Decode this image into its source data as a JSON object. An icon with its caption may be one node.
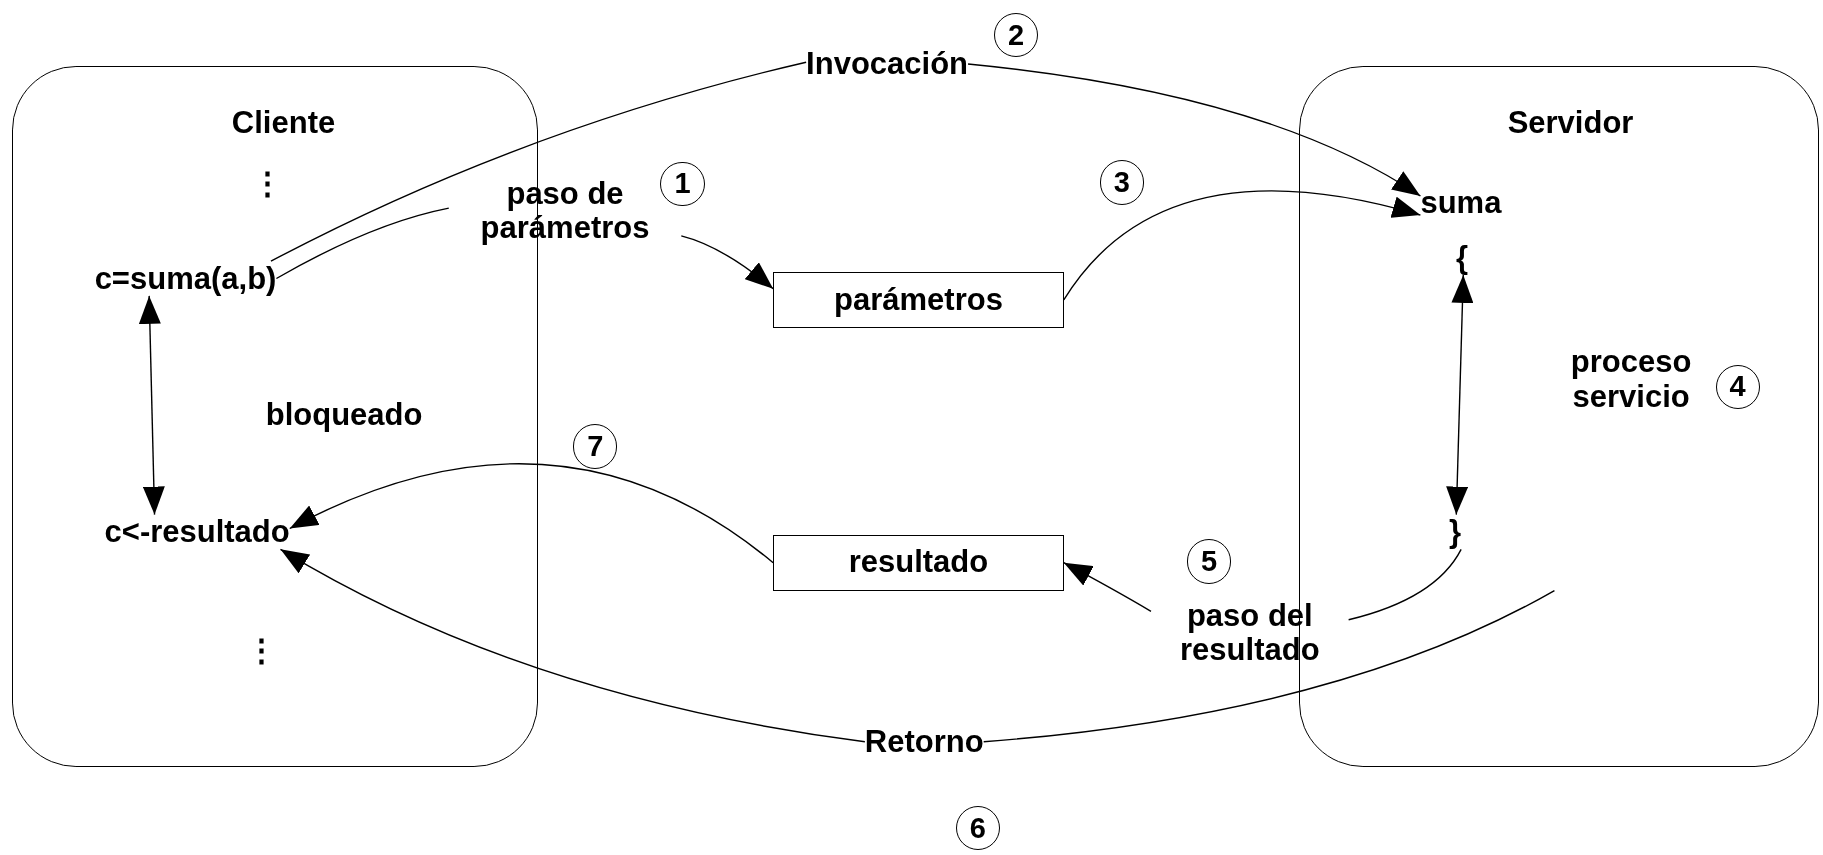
{
  "diagram": {
    "nodes": [
      {
        "text": [
          "Cliente"
        ]
      },
      {
        "text": [
          "c=suma(a,b)"
        ],
        "in": 0
      },
      {
        "text": [
          "c<-resultado"
        ],
        "in": 0
      },
      {
        "text": [
          "Servidor"
        ]
      },
      {
        "text": [
          "suma"
        ],
        "in": 3
      },
      {
        "text": [
          "{"
        ],
        "in": 3
      },
      {
        "text": [
          "}"
        ],
        "in": 3
      },
      {
        "text": [
          "parámetros"
        ]
      },
      {
        "text": [
          "resultado"
        ]
      },
      {
        "text": [
          "paso de parámetros"
        ]
      },
      {
        "text": [
          "Invocación"
        ]
      },
      {
        "text": [
          "paso del resultado"
        ]
      },
      {
        "text": [
          "Retorno"
        ]
      },
      {
        "text": [
          "1"
        ]
      },
      {
        "text": [
          "2"
        ]
      },
      {
        "text": [
          "3"
        ]
      },
      {
        "text": [
          "4"
        ],
        "in": 3
      },
      {
        "text": [
          "5"
        ]
      },
      {
        "text": [
          "6"
        ]
      },
      {
        "text": [
          "7"
        ]
      }
    ],
    "edges": [
      {
        "from": 1,
        "to": 10,
        "arrow": "none"
      },
      {
        "from": 10,
        "to": 4,
        "arrow": "to"
      },
      {
        "from": 1,
        "to": 9,
        "arrow": "none"
      },
      {
        "from": 9,
        "to": 7,
        "arrow": "to"
      },
      {
        "from": 7,
        "to": 4,
        "arrow": "to"
      },
      {
        "from": 1,
        "to": 2,
        "arrow": "both"
      },
      {
        "from": 5,
        "to": 6,
        "arrow": "both"
      },
      {
        "from": 6,
        "to": 11,
        "arrow": "none"
      },
      {
        "from": 11,
        "to": 8,
        "arrow": "to"
      },
      {
        "from": 8,
        "to": 2,
        "arrow": "to"
      },
      {
        "from": null,
        "to": 12,
        "arrow": "none"
      },
      {
        "from": 12,
        "to": 2,
        "arrow": "to"
      }
    ],
    "labels": [
      "⋮",
      "bloqueado",
      "proceso servicio",
      "⋮"
    ]
  }
}
